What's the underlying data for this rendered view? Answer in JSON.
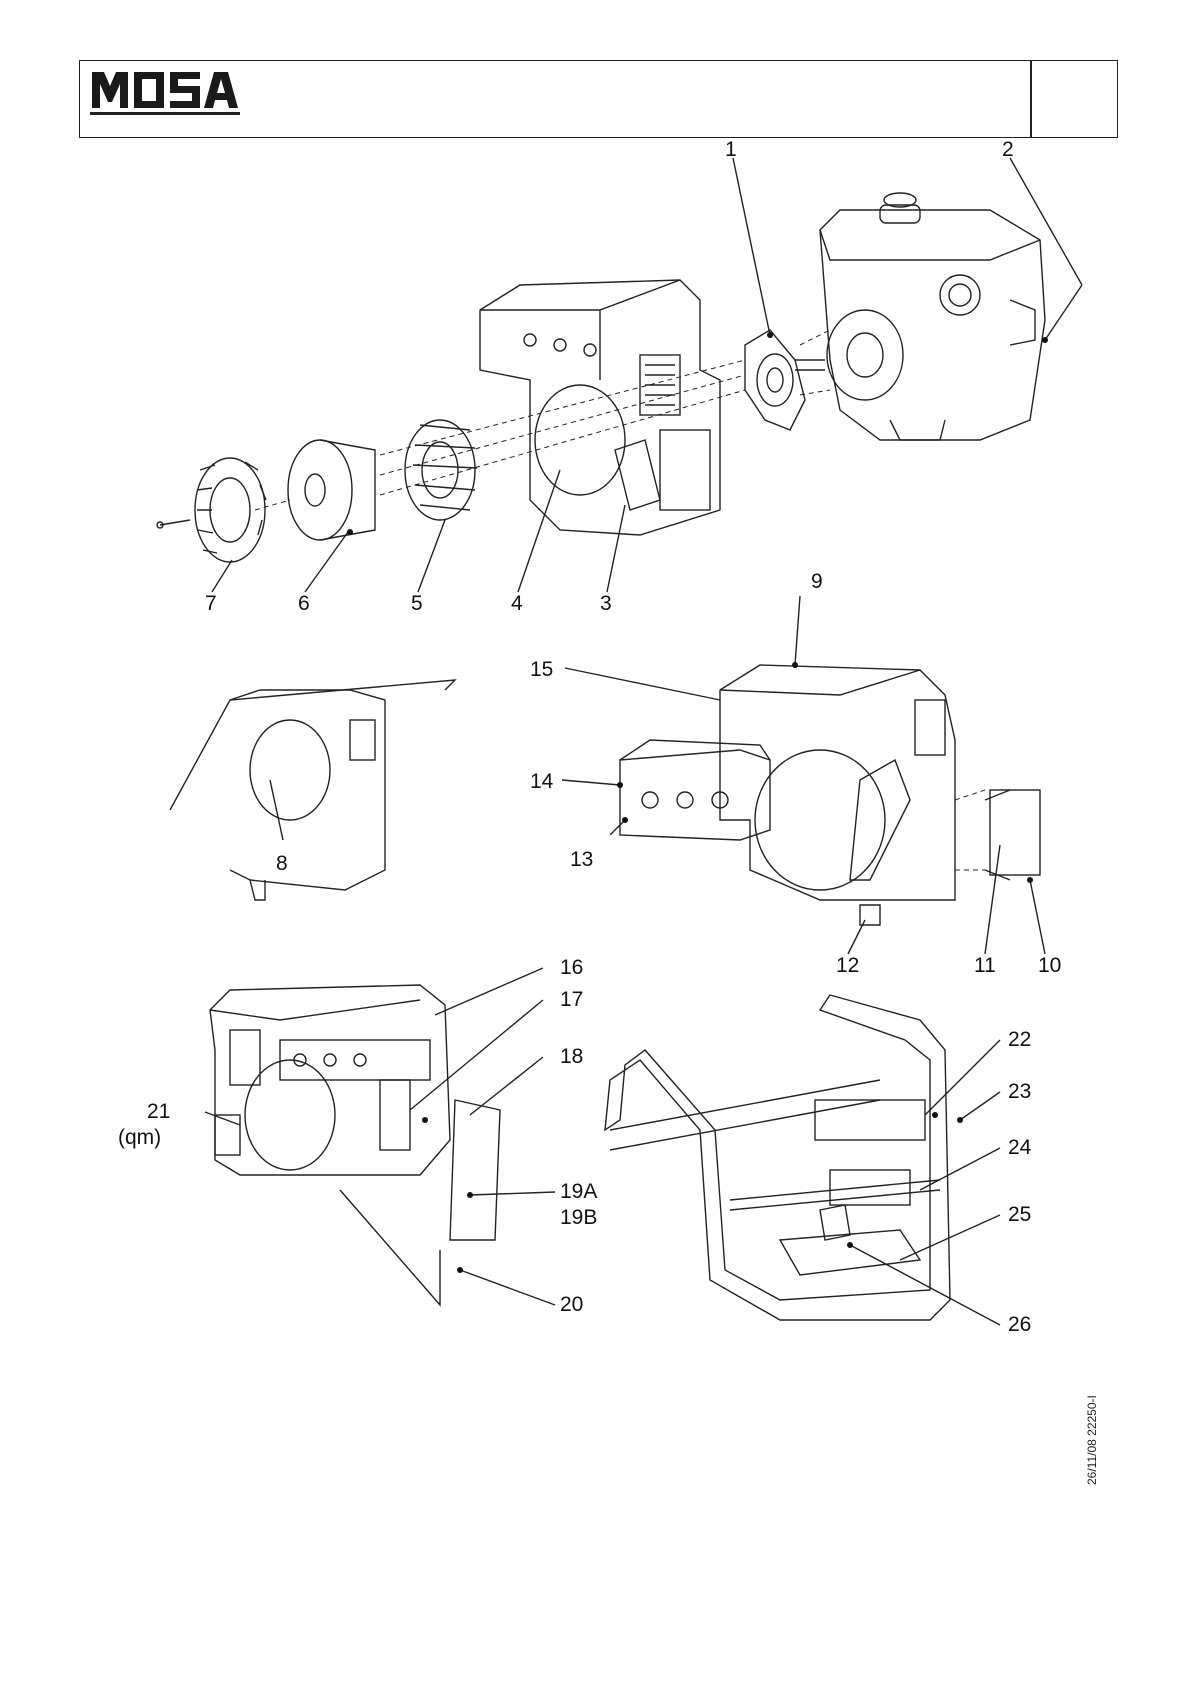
{
  "header": {
    "brand": "MOSA",
    "brand_color": "#1a1a1a"
  },
  "callouts": [
    "1",
    "2",
    "3",
    "4",
    "5",
    "6",
    "7",
    "8",
    "9",
    "10",
    "11",
    "12",
    "13",
    "14",
    "15",
    "16",
    "17",
    "18",
    "19A",
    "19B",
    "20",
    "21",
    "(qm)",
    "22",
    "23",
    "24",
    "25",
    "26"
  ],
  "side_code": "26/11/08 22250-I"
}
